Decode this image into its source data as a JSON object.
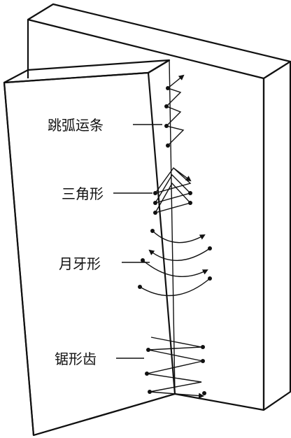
{
  "labels": {
    "jump_arc": "跳弧运条",
    "triangle": "三角形",
    "crescent": "月牙形",
    "sawtooth": "锯形齿"
  }
}
